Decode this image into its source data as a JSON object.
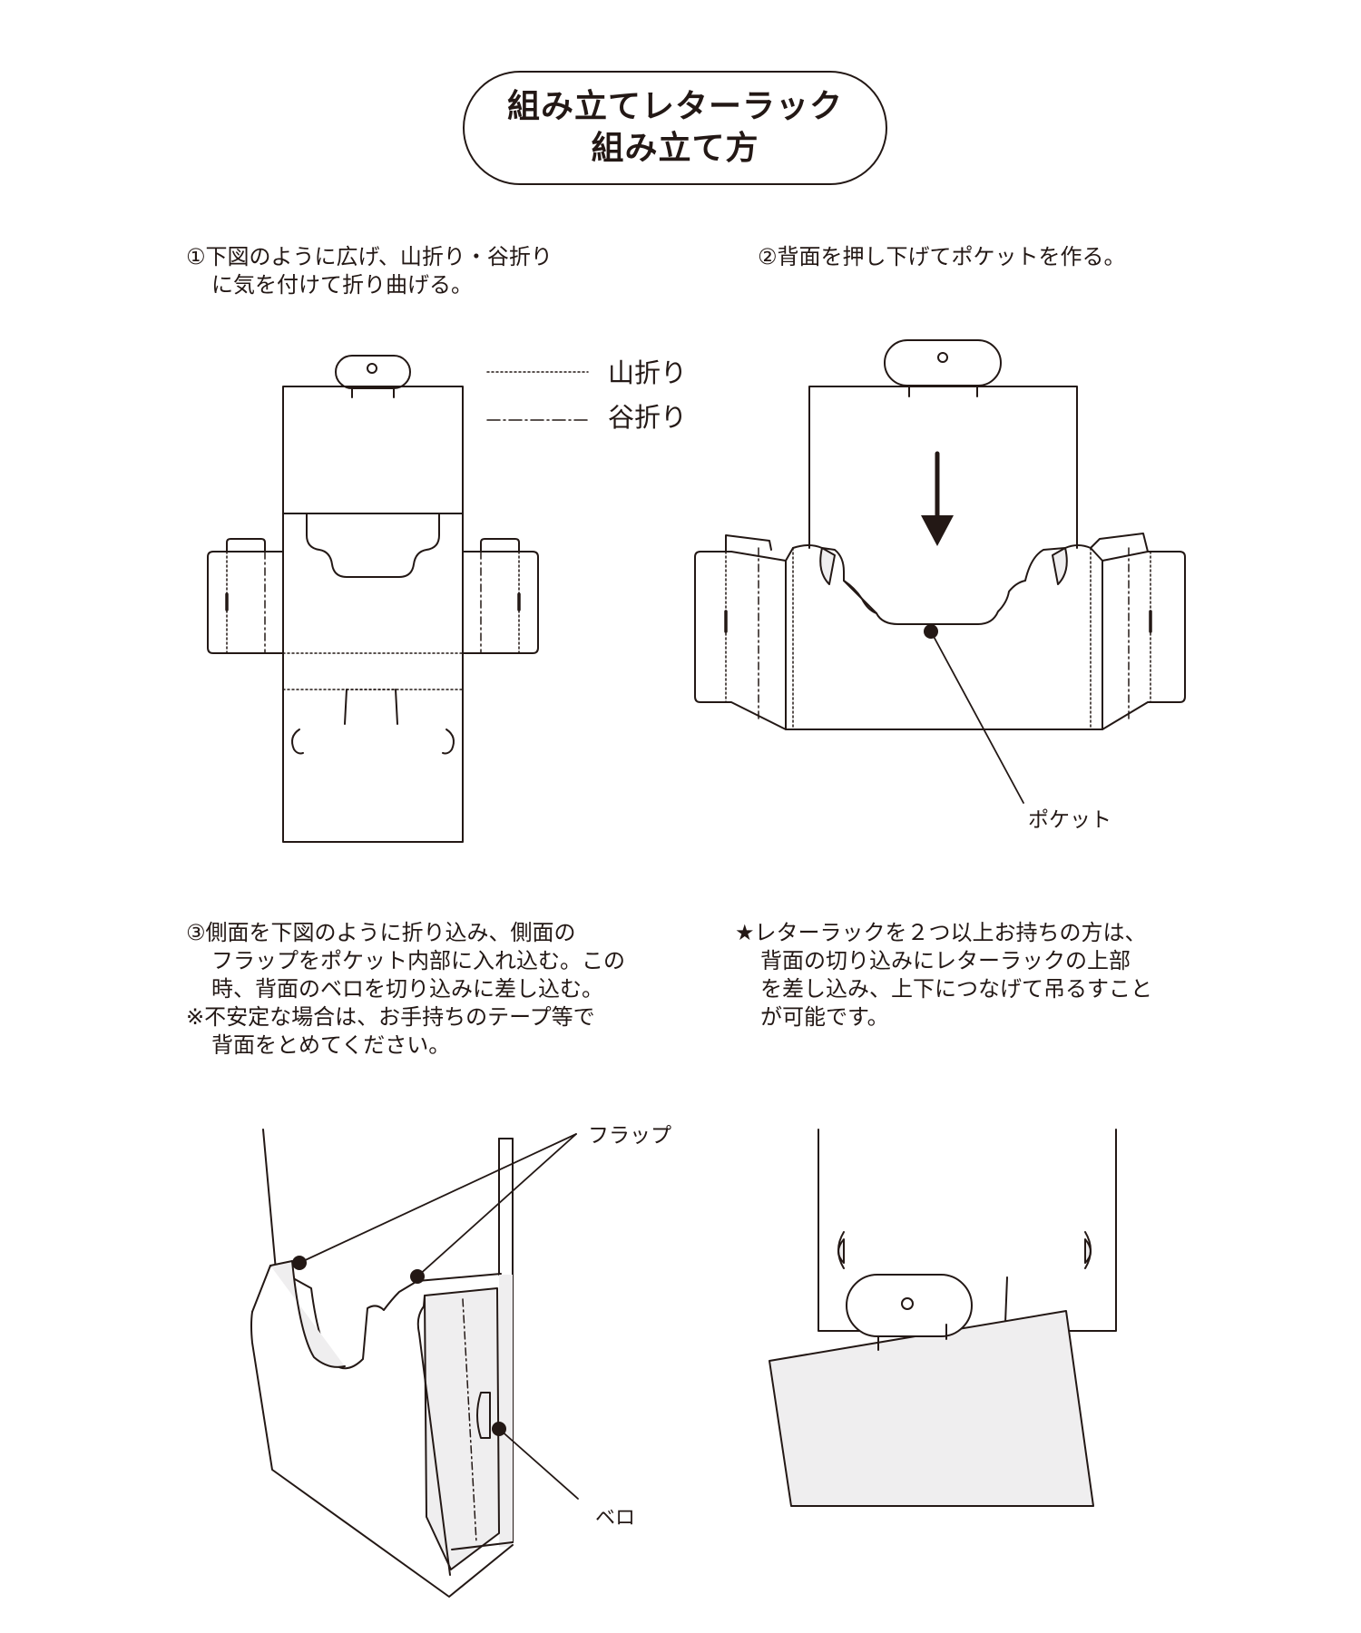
{
  "title": {
    "line1": "組み立てレターラック",
    "line2": "組み立て方"
  },
  "step1": {
    "line1": "①下図のように広げ、山折り・谷折り",
    "line2": "に気を付けて折り曲げる。"
  },
  "step2": {
    "line1": "②背面を押し下げてポケットを作る。"
  },
  "step3": {
    "line1": "③側面を下図のように折り込み、側面の",
    "line2": "フラップをポケット内部に入れ込む。この",
    "line3": "時、背面のベロを切り込みに差し込む。",
    "note1": "※不安定な場合は、お手持ちのテープ等で",
    "note2": "背面をとめてください。"
  },
  "step4": {
    "line1": "★レターラックを２つ以上お持ちの方は、",
    "line2": "背面の切り込みにレターラックの上部",
    "line3": "を差し込み、上下につなげて吊るすこと",
    "line4": "が可能です。"
  },
  "legend": {
    "mountain_fold": "山折り",
    "valley_fold": "谷折り"
  },
  "labels": {
    "pocket": "ポケット",
    "flap": "フラップ",
    "tongue": "ベロ"
  },
  "colors": {
    "line": "#231815",
    "fill": "#efeeef",
    "background": "#ffffff"
  }
}
